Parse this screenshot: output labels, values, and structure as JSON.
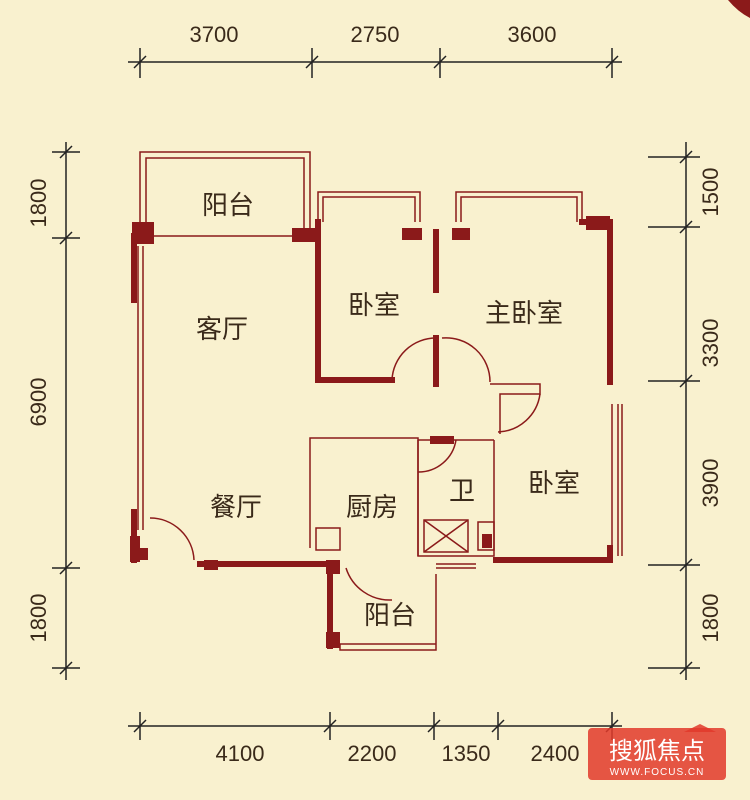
{
  "colors": {
    "background": "#f9f1cf",
    "wall": "#8b1a1a",
    "thin_line": "#8b1a1a",
    "dimension_line": "#222222",
    "text": "#3a2a1a",
    "logo_red": "#e23a2a"
  },
  "dimensions": {
    "top": [
      "3700",
      "2750",
      "3600"
    ],
    "bottom": [
      "4100",
      "2200",
      "1350",
      "2400"
    ],
    "left": [
      "1800",
      "6900",
      "1800"
    ],
    "right": [
      "1500",
      "3300",
      "3900",
      "1800"
    ]
  },
  "rooms": {
    "balcony_top": "阳台",
    "living_room": "客厅",
    "bedroom_1": "卧室",
    "master_bedroom": "主卧室",
    "dining_room": "餐厅",
    "kitchen": "厨房",
    "bathroom": "卫",
    "bedroom_2": "卧室",
    "balcony_bottom": "阳台"
  },
  "watermark": {
    "brand": "搜狐焦点",
    "url": "WWW.FOCUS.CN"
  }
}
